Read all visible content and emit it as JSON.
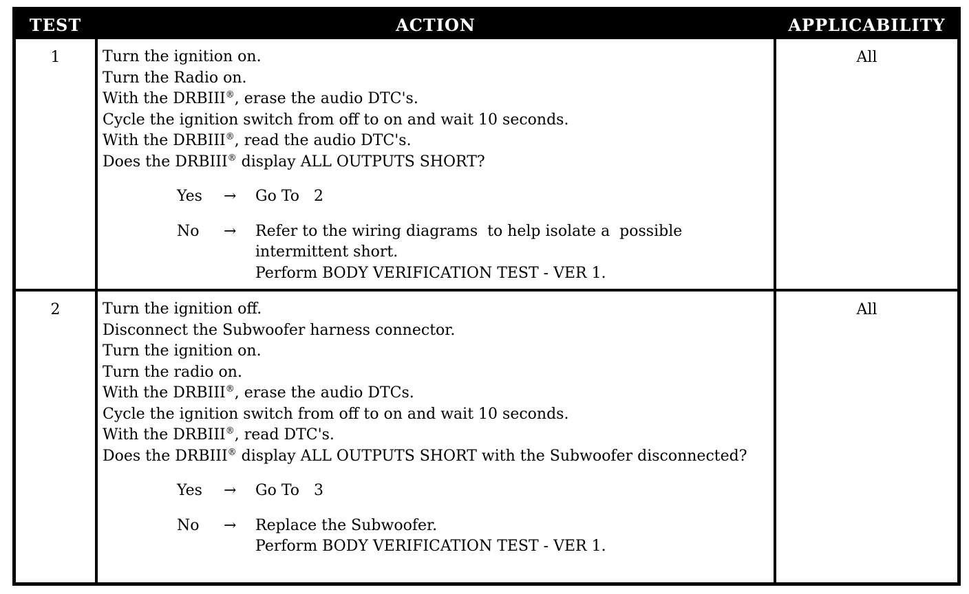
{
  "table": {
    "columns": [
      {
        "label": "TEST"
      },
      {
        "label": "ACTION"
      },
      {
        "label": "APPLICABILITY"
      }
    ],
    "tests": [
      {
        "number": "1",
        "applicability": "All",
        "steps": [
          "Turn the ignition on.",
          "Turn the Radio on.",
          "With the DRBIII®, erase the audio DTC's.",
          "Cycle the ignition switch from off to on and wait 10 seconds.",
          "With the DRBIII®, read the audio DTC's.",
          "Does the DRBIII® display ALL OUTPUTS SHORT?"
        ],
        "decisions": [
          {
            "answer": "Yes",
            "arrow": "→",
            "result_lines": [
              "Go To   2"
            ]
          },
          {
            "answer": "No",
            "arrow": "→",
            "result_lines": [
              "Refer to the wiring diagrams  to help isolate a  possible",
              "intermittent short.",
              "Perform BODY VERIFICATION TEST - VER 1."
            ]
          }
        ]
      },
      {
        "number": "2",
        "applicability": "All",
        "steps": [
          "Turn the ignition off.",
          "Disconnect the Subwoofer harness connector.",
          "Turn the ignition on.",
          "Turn the radio on.",
          "With the DRBIII®, erase the audio DTCs.",
          "Cycle the ignition switch from off to on and wait 10 seconds.",
          "With the DRBIII®, read DTC's.",
          "Does the DRBIII® display ALL OUTPUTS SHORT with the Subwoofer disconnected?"
        ],
        "decisions": [
          {
            "answer": "Yes",
            "arrow": "→",
            "result_lines": [
              "Go To   3"
            ]
          },
          {
            "answer": "No",
            "arrow": "→",
            "result_lines": [
              "Replace the Subwoofer.",
              "Perform BODY VERIFICATION TEST - VER 1."
            ]
          }
        ]
      }
    ]
  }
}
